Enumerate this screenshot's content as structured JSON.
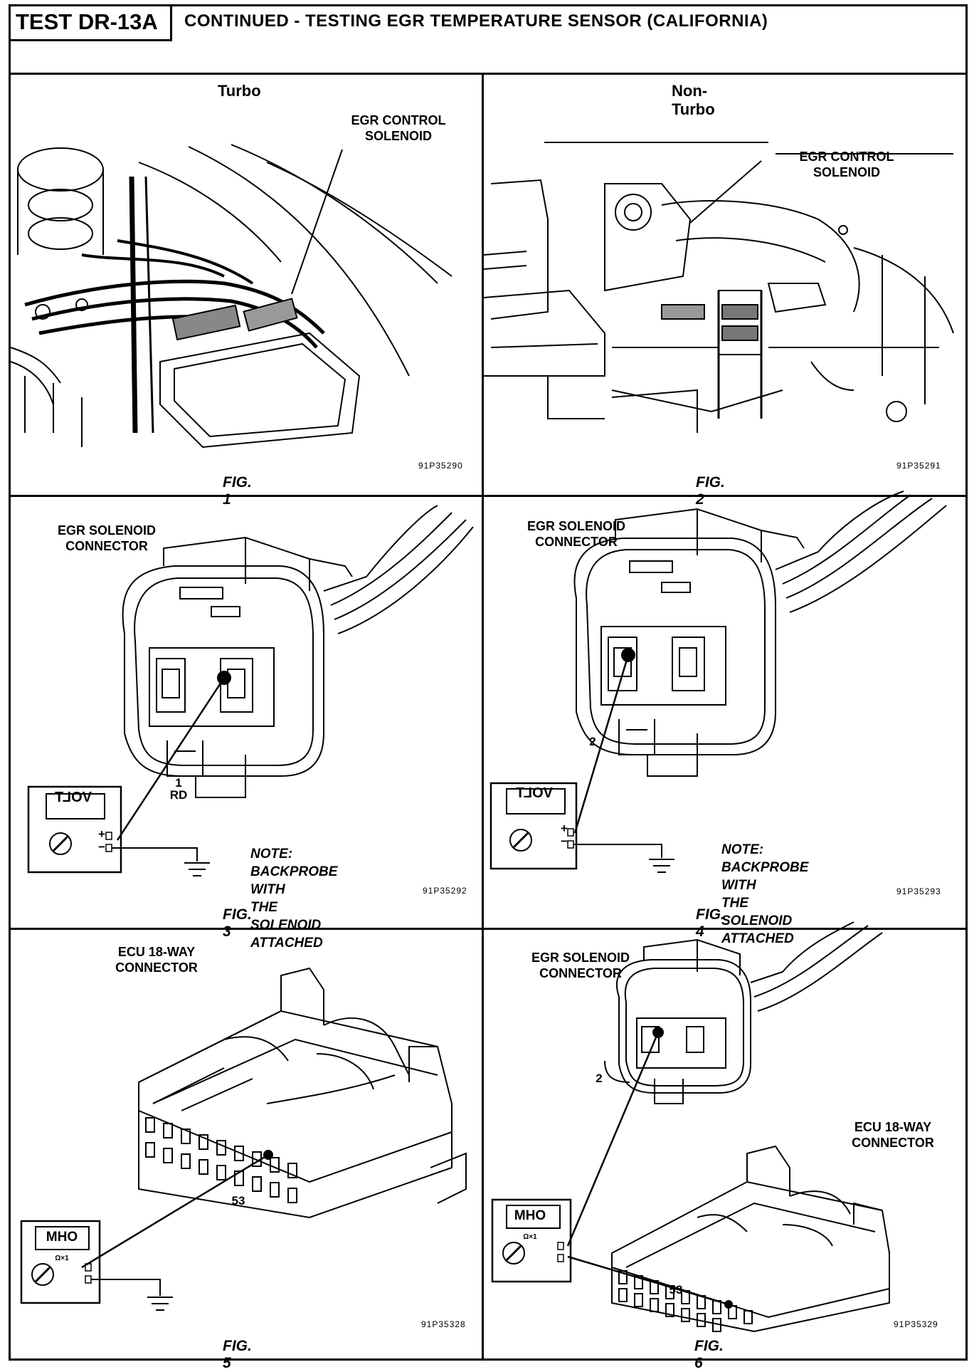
{
  "header": {
    "test_id": "TEST DR-13A",
    "title": "CONTINUED - TESTING EGR TEMPERATURE SENSOR (CALIFORNIA)"
  },
  "figures": {
    "fig1": {
      "panel_title": "Turbo",
      "callout": "EGR CONTROL\nSOLENOID",
      "code": "91P35290",
      "caption": "FIG. 1"
    },
    "fig2": {
      "panel_title": "Non-Turbo",
      "callout": "EGR CONTROL\nSOLENOID",
      "code": "91P35291",
      "caption": "FIG. 2"
    },
    "fig3": {
      "connector_label": "EGR SOLENOID\nCONNECTOR",
      "pin": "1",
      "wire": "RD",
      "meter": "VOLT",
      "plus": "+",
      "minus": "−",
      "note": "NOTE: BACKPROBE WITH\nTHE SOLENOID ATTACHED",
      "code": "91P35292",
      "caption": "FIG. 3"
    },
    "fig4": {
      "connector_label": "EGR SOLENOID\nCONNECTOR",
      "pin": "2",
      "meter": "VOLT",
      "plus": "+",
      "minus": "−",
      "note": "NOTE: BACKPROBE WITH\nTHE SOLENOID ATTACHED",
      "code": "91P35293",
      "caption": "FIG. 4"
    },
    "fig5": {
      "connector_label": "ECU 18-WAY\nCONNECTOR",
      "pin": "53",
      "meter": "OHM",
      "range": "Ω×1",
      "code": "91P35328",
      "caption": "FIG. 5"
    },
    "fig6": {
      "connector_label": "EGR SOLENOID\nCONNECTOR",
      "ecu_label": "ECU 18-WAY\nCONNECTOR",
      "pin_a": "2",
      "pin_b": "53",
      "meter": "OHM",
      "range": "Ω×1",
      "code": "91P35329",
      "caption": "FIG. 6"
    }
  }
}
